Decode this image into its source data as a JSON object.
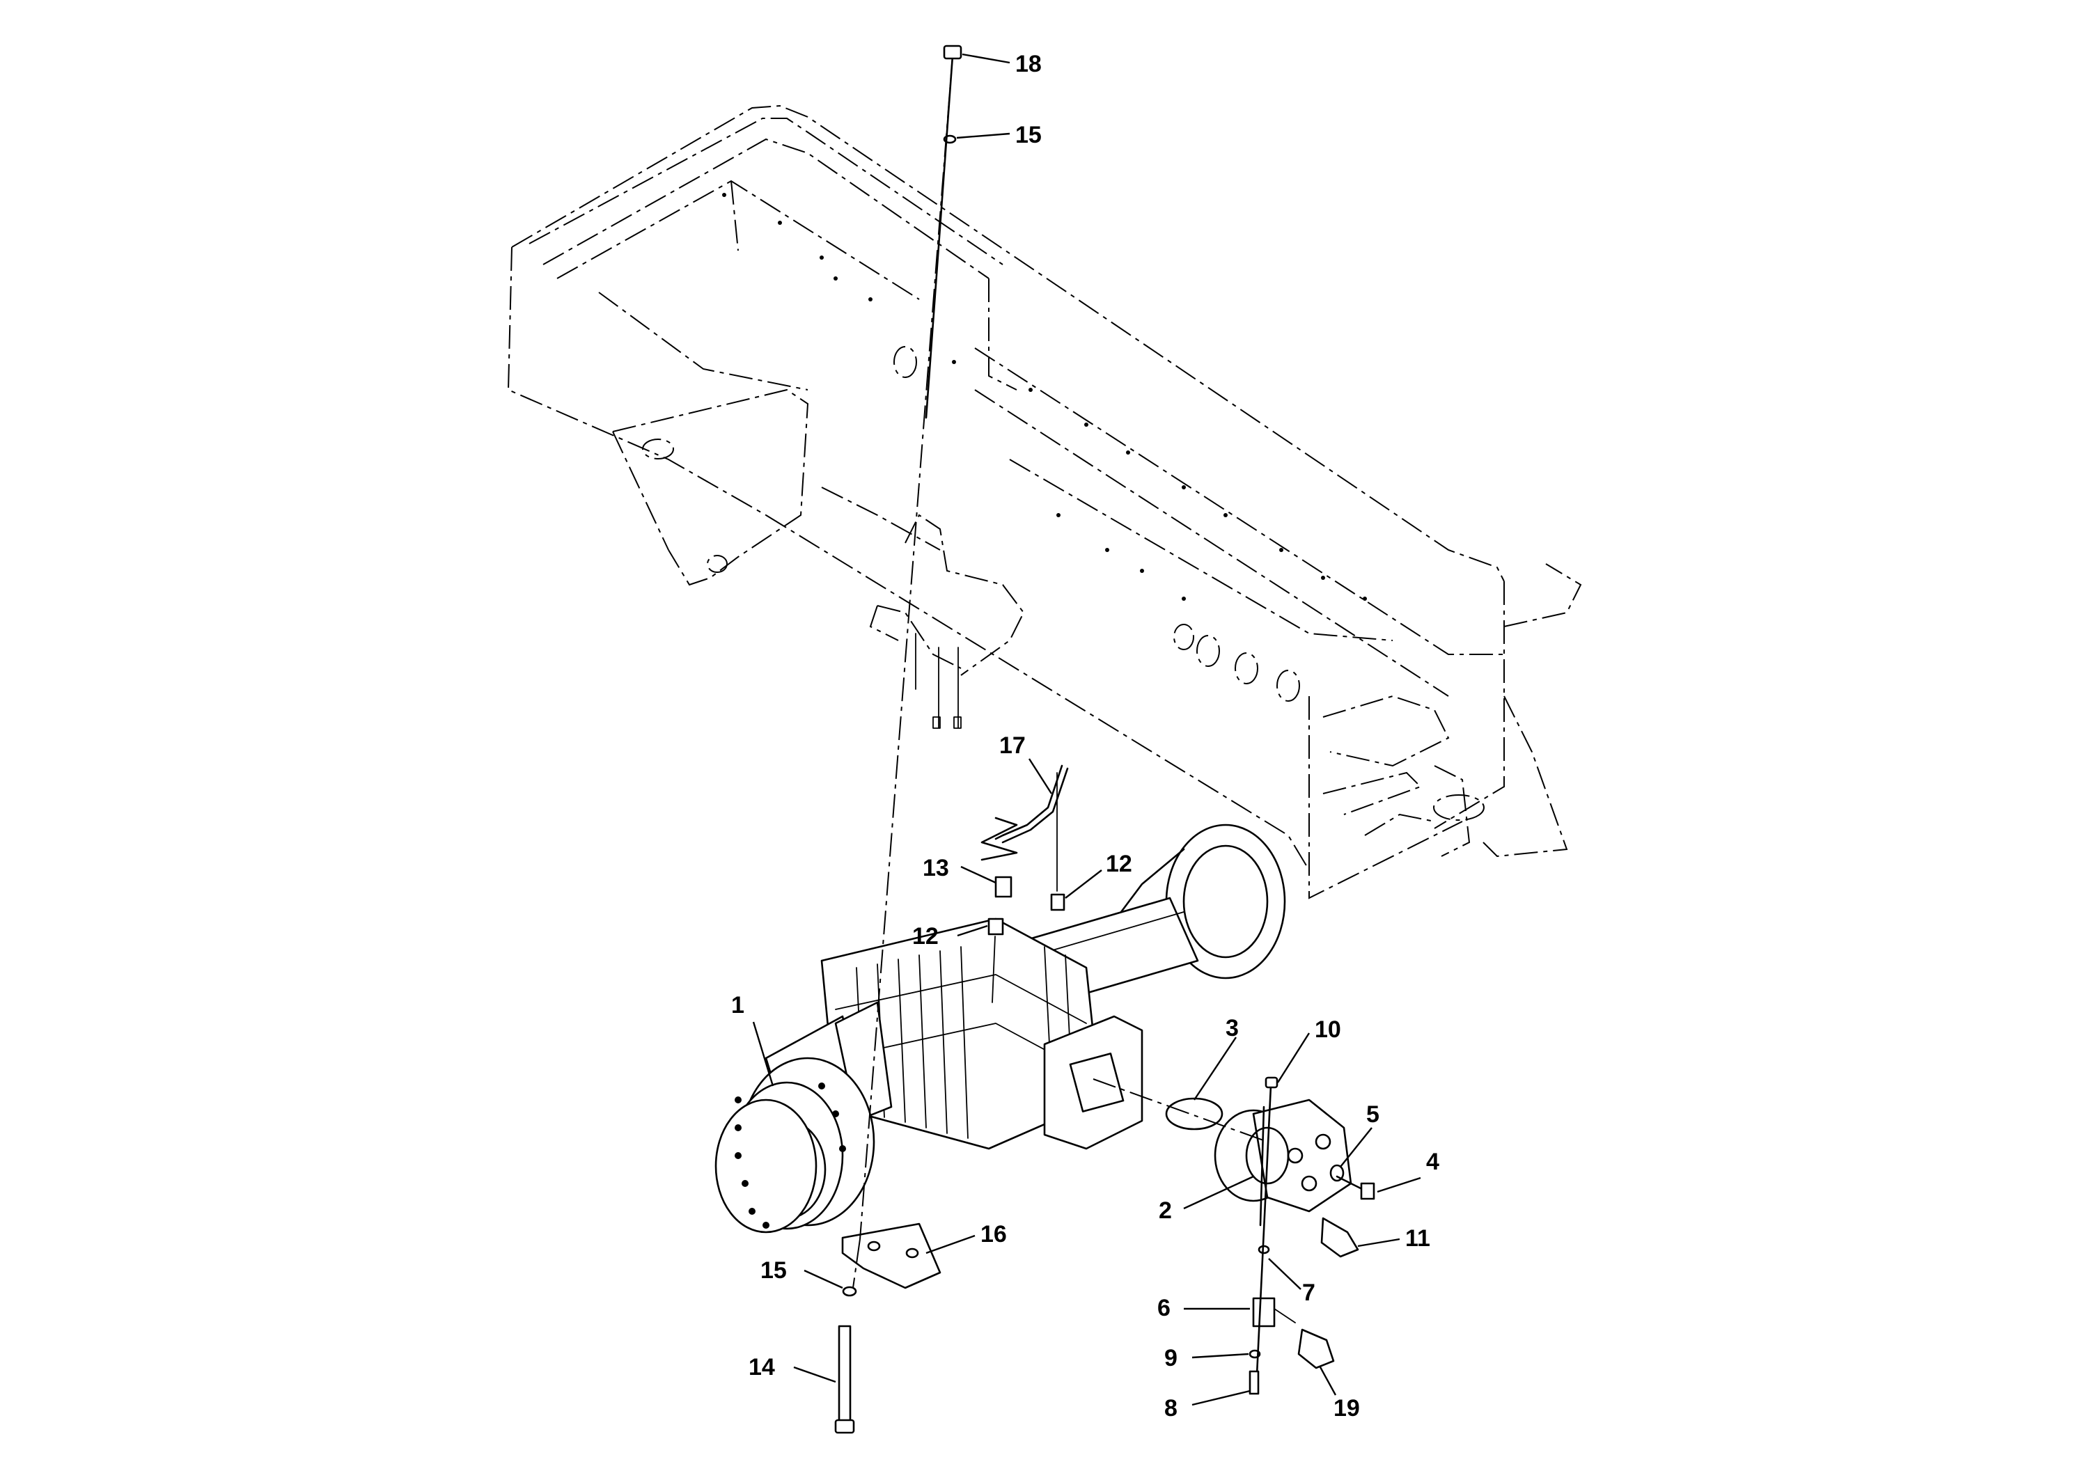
{
  "callouts": [
    {
      "id": "c18a",
      "label": "18"
    },
    {
      "id": "c15a",
      "label": "15"
    },
    {
      "id": "c17",
      "label": "17"
    },
    {
      "id": "c13",
      "label": "13"
    },
    {
      "id": "c12a",
      "label": "12"
    },
    {
      "id": "c12b",
      "label": "12"
    },
    {
      "id": "c1",
      "label": "1"
    },
    {
      "id": "c3",
      "label": "3"
    },
    {
      "id": "c10",
      "label": "10"
    },
    {
      "id": "c5",
      "label": "5"
    },
    {
      "id": "c4",
      "label": "4"
    },
    {
      "id": "c2",
      "label": "2"
    },
    {
      "id": "c11",
      "label": "11"
    },
    {
      "id": "c16",
      "label": "16"
    },
    {
      "id": "c15b",
      "label": "15"
    },
    {
      "id": "c7",
      "label": "7"
    },
    {
      "id": "c6",
      "label": "6"
    },
    {
      "id": "c14",
      "label": "14"
    },
    {
      "id": "c9",
      "label": "9"
    },
    {
      "id": "c8",
      "label": "8"
    },
    {
      "id": "c19",
      "label": "19"
    }
  ]
}
